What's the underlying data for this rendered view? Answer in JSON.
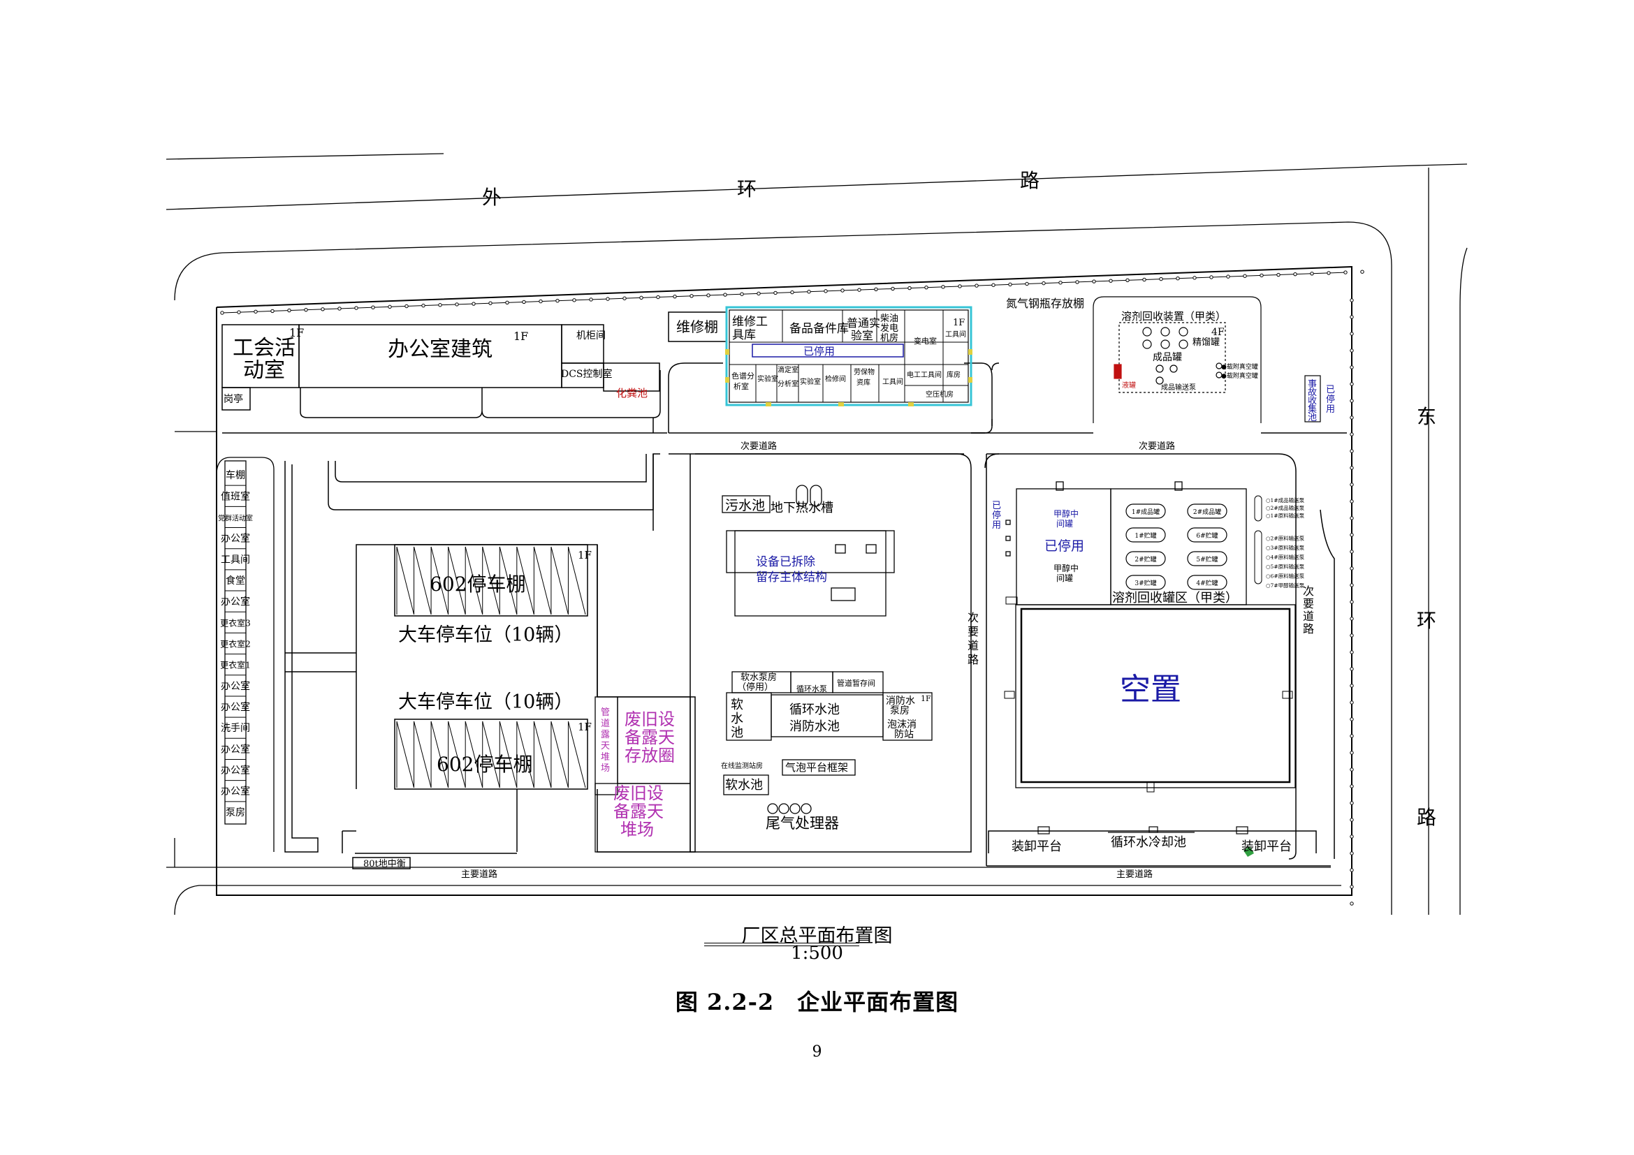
{
  "road": {
    "outer_ring_chars": [
      "外",
      "环",
      "路"
    ],
    "east_ring_chars": [
      "东",
      "环",
      "路"
    ]
  },
  "colors": {
    "line": "#000000",
    "blue": "#1a1aa6",
    "purple": "#b030b0",
    "red": "#c01010",
    "cyan": "#36c4d6",
    "yellow": "#e0d040",
    "green": "#30a040"
  },
  "north": {
    "union_room_1": "工会活",
    "union_room_2": "动室",
    "union_floor": "1F",
    "office_building": "办公室建筑",
    "office_floor": "1F",
    "cabinet_room": "机柜间",
    "dcs_room": "DCS控制室",
    "guard_booth": "岗亭",
    "septic_tank": "化粪池",
    "repair_shed": "维修棚",
    "tool_store_1": "维修工",
    "tool_store_2": "具库",
    "spare_store": "备品备件库",
    "general_lab_1": "普通实",
    "general_lab_2": "验室",
    "diesel_1": "柴油",
    "diesel_2": "发电",
    "diesel_3": "机房",
    "substation": "变电室",
    "tool_room_r": "工具间",
    "floor_1f": "1F",
    "stopped": "已停用",
    "chroma_1": "色谱分",
    "chroma_2": "析室",
    "lab_1": "实验室",
    "titr_1": "滴定室",
    "titr_2": "分析室",
    "lab_2": "实验室",
    "repair_room": "检修间",
    "ppe_1": "劳保物",
    "ppe_2": "资库",
    "tool_room_2": "工具间",
    "elec_tool": "电工工具间",
    "warehouse": "库房",
    "air_compressor": "空压机房",
    "nitrogen": "氮气钢瓶存放棚",
    "solvent_title": "溶剂回收装置（甲类）",
    "solvent_floor": "4F",
    "product_tank": "成品罐",
    "rect_tank": "精馏罐",
    "vac_1": "●载附真空罐",
    "vac_2": "●载附真空罐",
    "product_pump": "成品输送泵",
    "red_tank": "液罐",
    "accident_1": "事",
    "accident_2": "故",
    "accident_3": "收",
    "accident_4": "集",
    "accident_5": "池",
    "stopped_v_1": "已",
    "stopped_v_2": "停",
    "stopped_v_3": "用"
  },
  "roads": {
    "secondary": "次要道路",
    "main": "主要道路"
  },
  "west": {
    "rooms": [
      "车棚",
      "值班室",
      "党群活动室",
      "办公室",
      "工具间",
      "食堂",
      "办公室",
      "更衣室3",
      "更衣室2",
      "更衣室1",
      "办公室",
      "办公室",
      "洗手间",
      "办公室",
      "办公室",
      "办公室",
      "泵房"
    ]
  },
  "center_left": {
    "shed": "602停车棚",
    "floor": "1F",
    "bus": "大车停车位（10辆）",
    "pipe_chars": [
      "管",
      "道",
      "露",
      "天",
      "堆",
      "场"
    ],
    "waste_1": "废旧设",
    "waste_2": "备露天",
    "waste_3": "存放圈",
    "waste_4": "堆场",
    "scale": "80t地中衡"
  },
  "center": {
    "sewage": "污水池",
    "hotwater": "地下热水槽",
    "dismantled_1": "设备已拆除",
    "dismantled_2": "留存主体结构",
    "softpump_1": "软水泵房",
    "softpump_2": "（停用）",
    "circpump": "循环水泵",
    "pipe_temp": "管道暂存间",
    "soft_pool_1": "软",
    "soft_pool_2": "水",
    "soft_pool_3": "池",
    "circ_pool": "循环水池",
    "fire_pool": "消防水池",
    "fire_pump_1": "消防水",
    "fire_pump_2": "泵房",
    "fire_floor": "1F",
    "foam_1": "泡沫消",
    "foam_2": "防站",
    "monitor": "在线监测站房",
    "bubble": "气泡平台框架",
    "soft_pool_b": "软水池",
    "exhaust": "尾气处理器"
  },
  "east": {
    "methanol_1": "甲醇中",
    "methanol_2": "间罐",
    "stopped_big": "已停用",
    "tank_area": "溶剂回收罐区（甲类）",
    "tanks_left": [
      "1#成品罐",
      "1#贮罐",
      "2#贮罐",
      "3#贮罐"
    ],
    "tanks_right": [
      "2#成品罐",
      "6#贮罐",
      "5#贮罐",
      "4#贮罐"
    ],
    "pumps": [
      "1#成品输送泵",
      "2#成品输送泵",
      "1#原料输送泵",
      "2#原料输送泵",
      "3#原料输送泵",
      "4#原料输送泵",
      "5#原料输送泵",
      "6#原料输送泵",
      "7#甲醇输送泵"
    ],
    "stopped_v": [
      "已",
      "停",
      "用"
    ],
    "secondary_v": [
      "次",
      "要",
      "道",
      "路"
    ],
    "empty": "空置",
    "loading_1": "装卸平台",
    "cooling": "循环水冷却池",
    "loading_2": "装卸平台"
  },
  "caption": {
    "title": "厂区总平面布置图",
    "scale": "1:500",
    "figure": "图 2.2-2　企业平面布置图",
    "page": "9"
  }
}
